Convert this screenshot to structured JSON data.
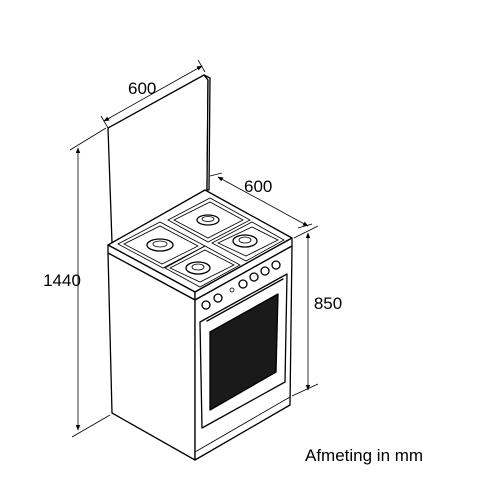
{
  "dimensions": {
    "lid_width": "600",
    "depth": "600",
    "total_height": "1440",
    "body_height": "850"
  },
  "caption": "Afmeting in mm"
}
